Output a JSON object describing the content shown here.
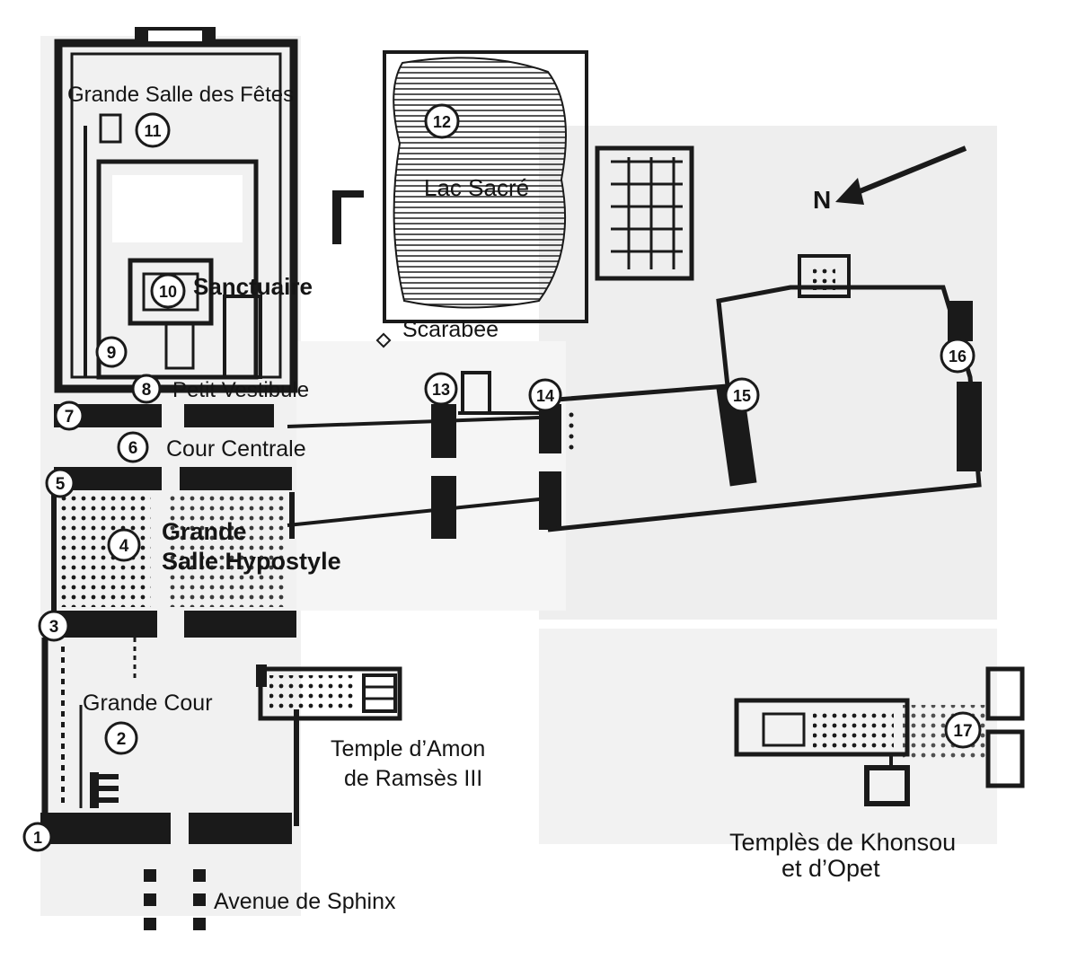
{
  "labels": {
    "festival_hall": "Grande Salle des Fêtes",
    "sacred_lake": "Lac Sacré",
    "sanctuary": "Sanctuaire",
    "scarab": "Scarabée",
    "small_vestibule": "Petit Vestibule",
    "central_court": "Cour Centrale",
    "hypostyle_line1": "Grande",
    "hypostyle_line2": "Salle Hypostyle",
    "great_court": "Grande Cour",
    "amon_temple_line1": "Temple d’Amon",
    "amon_temple_line2": "de Ramsès III",
    "khonsu_line1": "Templès de Khonsou",
    "khonsu_line2": "et d’Opet",
    "sphinx_avenue": "Avenue de Sphinx",
    "north": "N"
  },
  "markers": [
    "1",
    "2",
    "3",
    "4",
    "5",
    "6",
    "7",
    "8",
    "9",
    "10",
    "11",
    "12",
    "13",
    "14",
    "15",
    "16",
    "17"
  ],
  "colors": {
    "ink": "#1a1a1a",
    "paper": "#ffffff",
    "shade": "#e6e6e6"
  }
}
